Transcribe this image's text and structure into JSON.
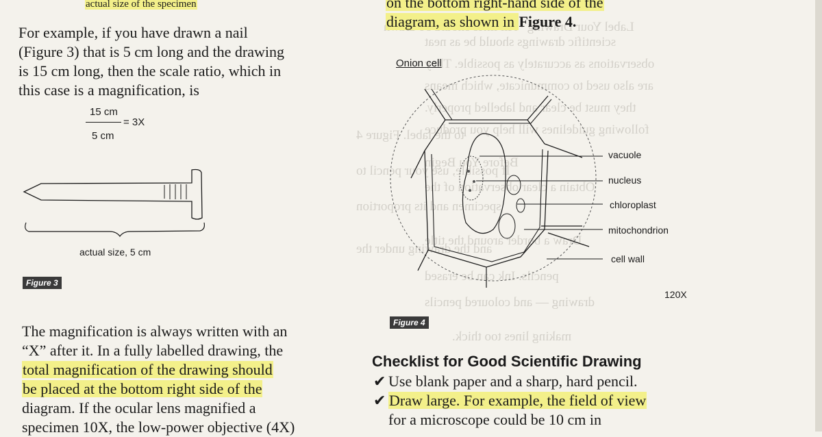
{
  "left_column": {
    "top_caption": "actual size of the specimen",
    "para1_lines": [
      "For example, if you have drawn a nail",
      "(Figure 3) that is 5 cm long and the drawing",
      "is 15 cm long, then the scale ratio, which in",
      "this case is a magnification, is"
    ],
    "fraction_numerator": "15 cm",
    "fraction_denominator": "5 cm",
    "fraction_result": "= 3X",
    "nail_caption": "actual size, 5 cm",
    "figure3_label": "Figure 3",
    "para2_lines": [
      "The magnification is always written with an",
      "“X” after it. In a fully labelled drawing, the",
      "total magnification of the drawing should",
      "be placed at the bottom right side of the",
      "diagram. If the ocular lens magnified a",
      "specimen 10X, the low-power objective (4X)"
    ]
  },
  "right_column": {
    "top_line1": "on the bottom right-hand side of the",
    "top_line2_a": "diagram, as shown in ",
    "top_line2_b": "Figure 4.",
    "diagram_title": "Onion cell",
    "labels": [
      "vacuole",
      "nucleus",
      "chloroplast",
      "mitochondrion",
      "cell wall"
    ],
    "magnification": "120X",
    "figure4_label": "Figure 4",
    "checklist_title": "Checklist for Good Scientific Drawing",
    "checklist_items": [
      "Use blank paper and a sharp, hard pencil.",
      "Draw large. For example, the field of view",
      "for a microscope could be 10 cm in"
    ]
  },
  "colors": {
    "highlight": "#f3f08a",
    "paper": "#f4f2ec",
    "ink": "#1a1a1a"
  }
}
